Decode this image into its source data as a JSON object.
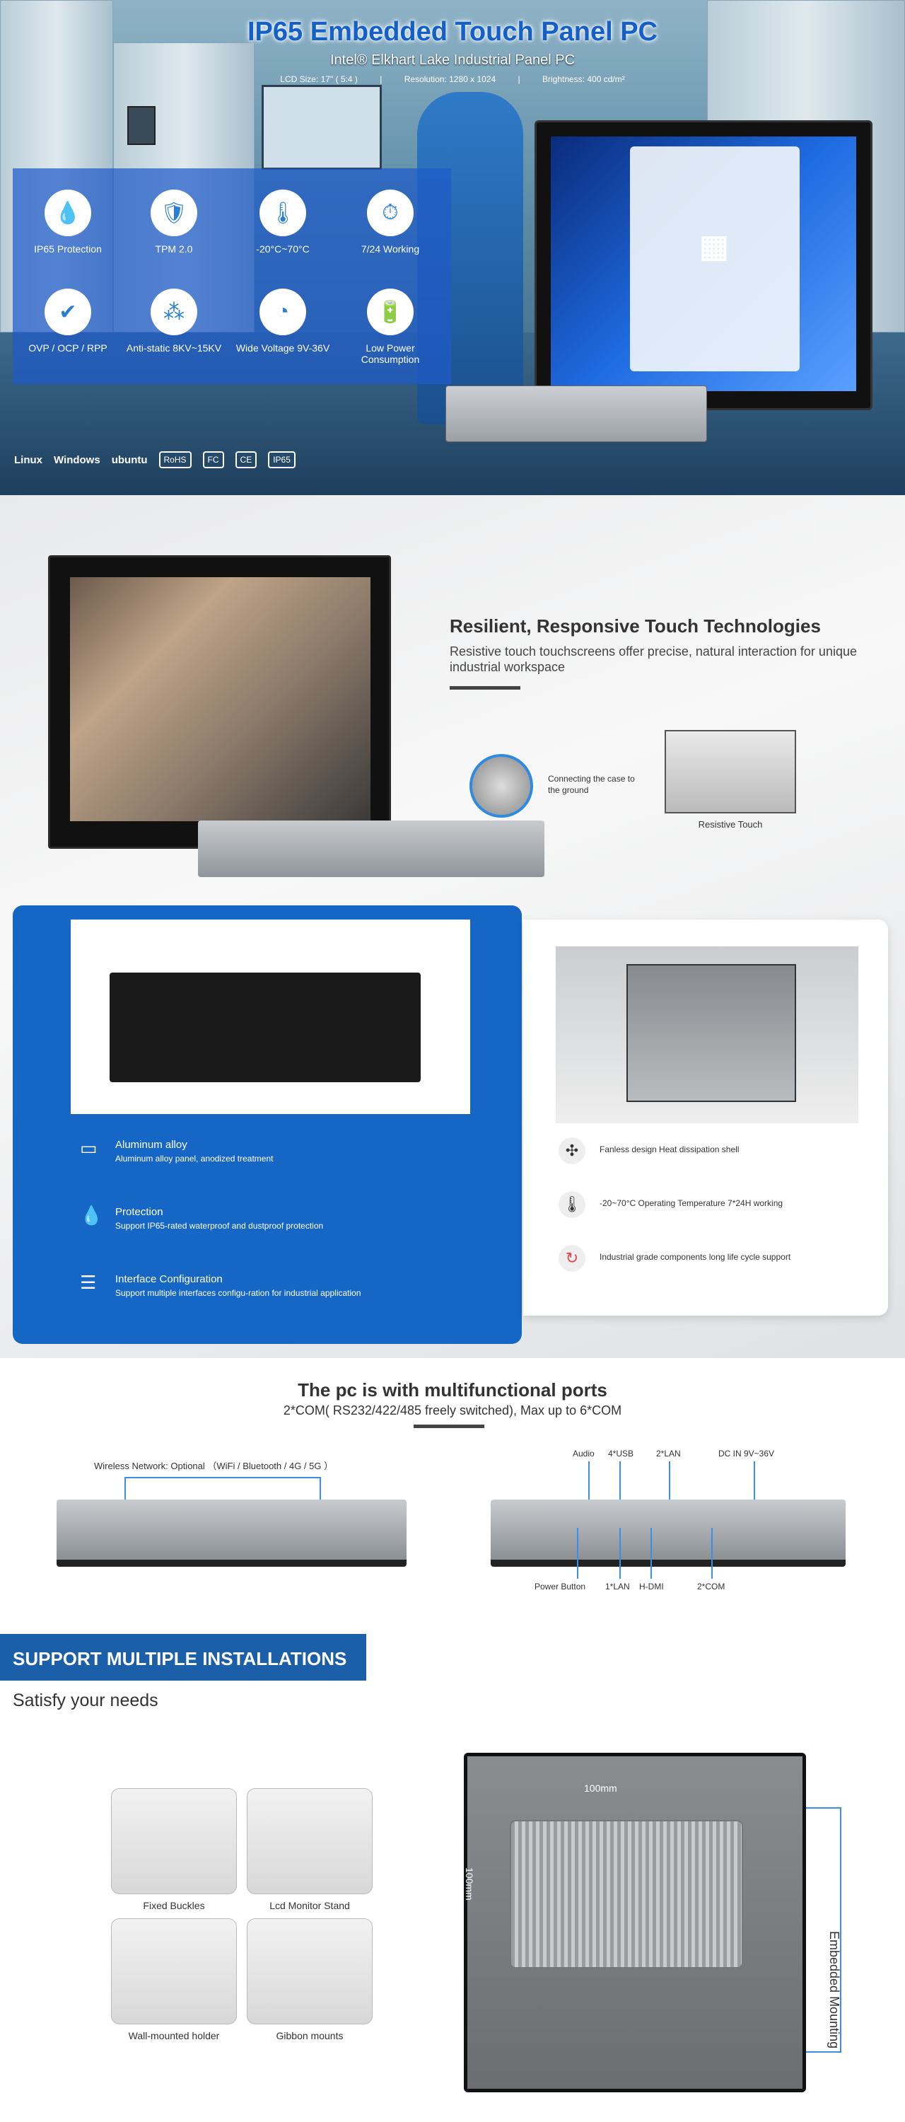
{
  "hero": {
    "title": "IP65 Embedded Touch Panel PC",
    "subtitle": "Intel® Elkhart Lake Industrial Panel PC",
    "specs": [
      "LCD Size: 17\" ( 5:4 )",
      "|",
      "Resolution: 1280 x 1024",
      "|",
      "Brightness: 400 cd/m²"
    ],
    "features": [
      {
        "label": "IP65 Protection",
        "icon": "water-drop-icon"
      },
      {
        "label": "TPM 2.0",
        "icon": "shield-icon"
      },
      {
        "label": "-20°C~70°C",
        "icon": "thermometer-icon"
      },
      {
        "label": "7/24 Working",
        "icon": "clock-icon"
      },
      {
        "label": "OVP / OCP / RPP",
        "icon": "shield-check-icon"
      },
      {
        "label": "Anti-static 8KV~15KV",
        "icon": "static-icon"
      },
      {
        "label": "Wide Voltage 9V-36V",
        "icon": "gauge-icon"
      },
      {
        "label": "Low Power Consumption",
        "icon": "battery-icon"
      }
    ],
    "logos": [
      "Linux",
      "Windows",
      "ubuntu",
      "RoHS",
      "FC",
      "CE",
      "IP65"
    ]
  },
  "touch": {
    "title": "Resilient, Responsive Touch Technologies",
    "desc": "Resistive touch touchscreens offer precise, natural interaction for unique industrial workspace",
    "connect_label": "Connecting the case to the ground",
    "resistive_label": "Resistive Touch"
  },
  "blue_features": [
    {
      "title": "Aluminum alloy",
      "desc": "Aluminum alloy panel, anodized treatment"
    },
    {
      "title": "Protection",
      "desc": "Support IP65-rated waterproof and dustproof protection"
    },
    {
      "title": "Interface Configuration",
      "desc": "Support multiple interfaces configu-ration for industrial application"
    }
  ],
  "white_features": [
    {
      "text": "Fanless design Heat dissipation shell"
    },
    {
      "text": "-20~70°C Operating Temperature 7*24H working"
    },
    {
      "text": "Industrial grade components long life cycle support"
    }
  ],
  "ports": {
    "title": "The pc is with multifunctional ports",
    "subtitle": "2*COM( RS232/422/485 freely switched), Max up to 6*COM",
    "wireless": "Wireless Network: Optional （WiFi / Bluetooth / 4G / 5G ）",
    "top_labels": [
      "Audio",
      "4*USB",
      "2*LAN",
      "DC IN 9V~36V"
    ],
    "bottom_labels": [
      "Power Button",
      "1*LAN",
      "H-DMI",
      "2*COM"
    ]
  },
  "install": {
    "title": "SUPPORT MULTIPLE INSTALLATIONS",
    "subtitle": "Satisfy your needs",
    "items": [
      "Fixed Buckles",
      "Lcd Monitor Stand",
      "Wall-mounted holder",
      "Gibbon mounts"
    ],
    "embedded": "Embedded Mounting",
    "dim_h": "100mm",
    "dim_v": "100mm"
  }
}
